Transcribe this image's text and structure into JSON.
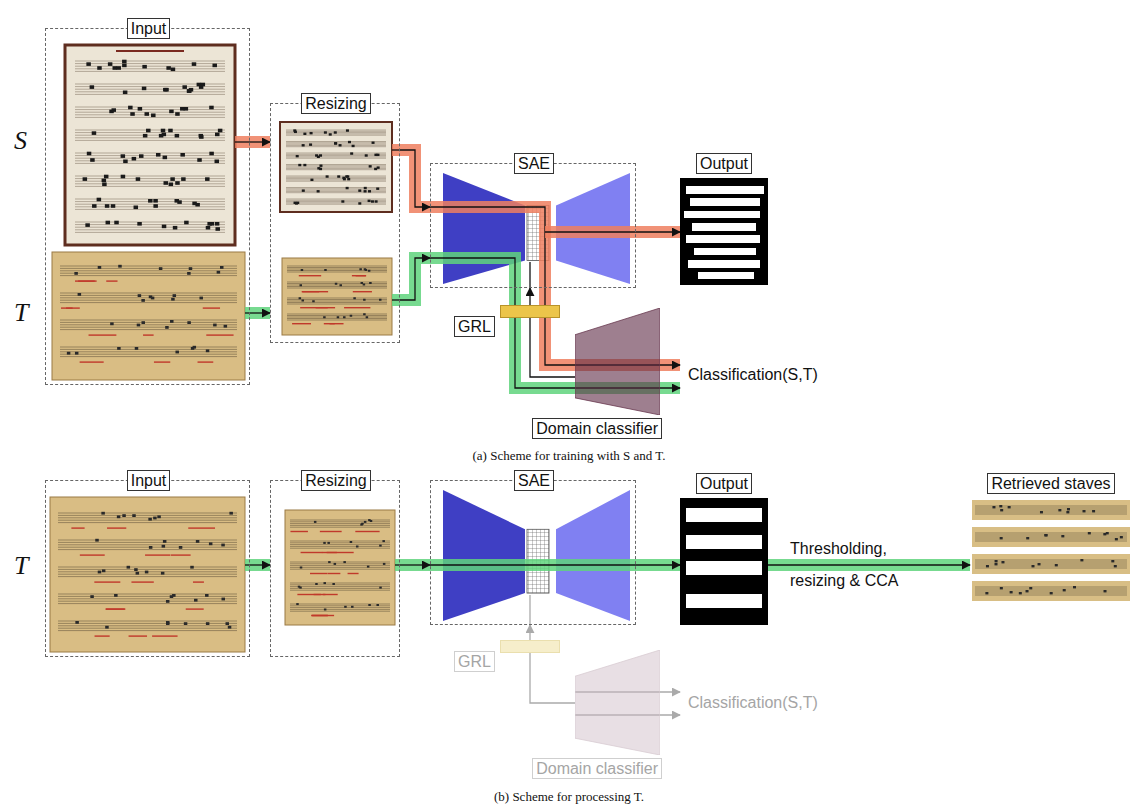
{
  "diagram": {
    "nodes": [
      {
        "text": [
          "Input"
        ]
      },
      {
        "text": [
          "Resizing"
        ]
      },
      {
        "text": [
          "SAE"
        ]
      },
      {
        "text": [
          "Output"
        ]
      },
      {
        "text": [
          "GRL"
        ]
      },
      {
        "text": [
          "Domain classifier"
        ]
      },
      {
        "text": [
          "Input"
        ]
      },
      {
        "text": [
          "Resizing"
        ]
      },
      {
        "text": [
          "SAE"
        ]
      },
      {
        "text": [
          "Output"
        ]
      },
      {
        "text": [
          "Retrieved staves"
        ]
      },
      {
        "text": [
          "GRL"
        ]
      },
      {
        "text": [
          "Domain classifier"
        ]
      }
    ],
    "edges": [
      {
        "from": 0,
        "to": 1,
        "arrow": "to"
      },
      {
        "from": 0,
        "to": 1,
        "arrow": "to"
      },
      {
        "from": 1,
        "to": 2,
        "arrow": "to"
      },
      {
        "from": 1,
        "to": 2,
        "arrow": "to"
      },
      {
        "from": 2,
        "to": 3,
        "arrow": "to"
      },
      {
        "from": 2,
        "to": 5,
        "arrow": "none"
      },
      {
        "from": 2,
        "to": 5,
        "arrow": "none"
      },
      {
        "from": 5,
        "to": 4,
        "arrow": "none"
      },
      {
        "from": 4,
        "to": 2,
        "arrow": "to"
      },
      {
        "from": 6,
        "to": 7,
        "arrow": "to"
      },
      {
        "from": 7,
        "to": 8,
        "arrow": "to"
      },
      {
        "from": 8,
        "to": 9,
        "arrow": "to"
      },
      {
        "from": 9,
        "to": 10,
        "label": "Thresholding, resizing & CCA",
        "arrow": "to"
      },
      {
        "from": 12,
        "to": 11,
        "arrow": "none"
      },
      {
        "from": 11,
        "to": 8,
        "arrow": "to"
      }
    ],
    "labels": [
      "S",
      "T",
      "Classification(S,T)",
      "(a) Scheme for training with S and T.",
      "T",
      "Classification(S,T)",
      "(b) Scheme for processing T."
    ]
  }
}
